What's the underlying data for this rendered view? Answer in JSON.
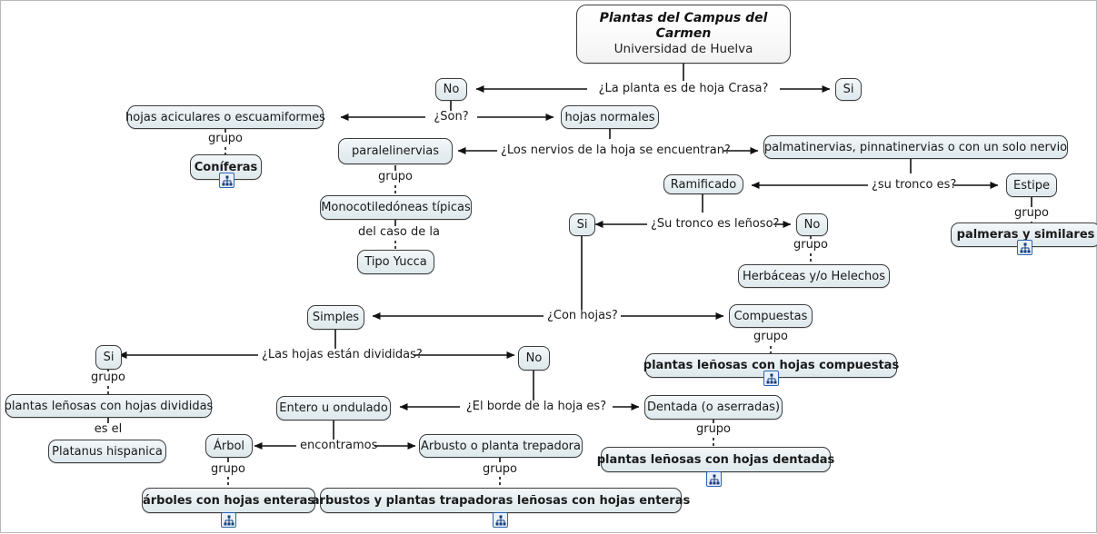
{
  "title_node": {
    "line1": "Plantas del Campus del Carmen",
    "line2": "Universidad de Huelva"
  },
  "nodes": {
    "no1": "No",
    "si1": "Si",
    "aciculares": "hojas aciculares o escuamiformes",
    "hojas_normales": "hojas normales",
    "coniferas": "Coníferas",
    "paralelinervias": "paralelinervias",
    "palmatinervias": "palmatinervias, pinnatinervias o con un solo nervio",
    "monocotiledoneas": "Monocotiledóneas típicas",
    "tipo_yucca": "Tipo Yucca",
    "ramificado": "Ramificado",
    "estipe": "Estipe",
    "palmeras": "palmeras y similares",
    "si2": "Si",
    "no2": "No",
    "herbaceas": "Herbáceas y/o Helechos",
    "simples": "Simples",
    "compuestas": "Compuestas",
    "lenosas_compuestas": "plantas leñosas con hojas compuestas",
    "si3": "Si",
    "no3": "No",
    "lenosas_divididas": "plantas leñosas con hojas divididas",
    "platanus": "Platanus hispanica",
    "entero": "Entero u ondulado",
    "dentada": "Dentada (o aserradas)",
    "lenosas_dentadas": "plantas leñosas con hojas dentadas",
    "arbol": "Árbol",
    "arbusto": "Arbusto o planta trepadora",
    "arboles_enteras": "árboles con hojas enteras",
    "arbustos_enteras": "arbustos y plantas trapadoras leñosas con hojas enteras"
  },
  "links": {
    "hoja_crasa": "¿La planta es de hoja Crasa?",
    "son": "¿Son?",
    "grupo_coniferas": "grupo",
    "nervios": "¿Los nervios de la hoja se encuentran?",
    "grupo_paralelinervias": "grupo",
    "del_caso": "del caso de la",
    "su_tronco_es": "¿su tronco es?",
    "grupo_estipe": "grupo",
    "tronco_lenoso": "¿Su tronco es leñoso?",
    "grupo_no2": "grupo",
    "con_hojas": "¿Con hojas?",
    "grupo_compuestas": "grupo",
    "hojas_divididas": "¿Las hojas están divididas?",
    "grupo_si3": "grupo",
    "es_el": "es el",
    "borde_hoja": "¿El borde de la hoja es?",
    "grupo_dentada": "grupo",
    "encontramos": "encontramos",
    "grupo_arbol": "grupo",
    "grupo_arbusto": "grupo"
  },
  "icons": {
    "group_resource": "hierarchy-tree-icon"
  },
  "colors": {
    "node_fill": "#e6eef1",
    "node_border": "#3d3d3d",
    "icon_border": "#2b63b8",
    "icon_fill": "#eaf1fb",
    "line": "#1a1a1a",
    "canvas": "#ffffff"
  }
}
